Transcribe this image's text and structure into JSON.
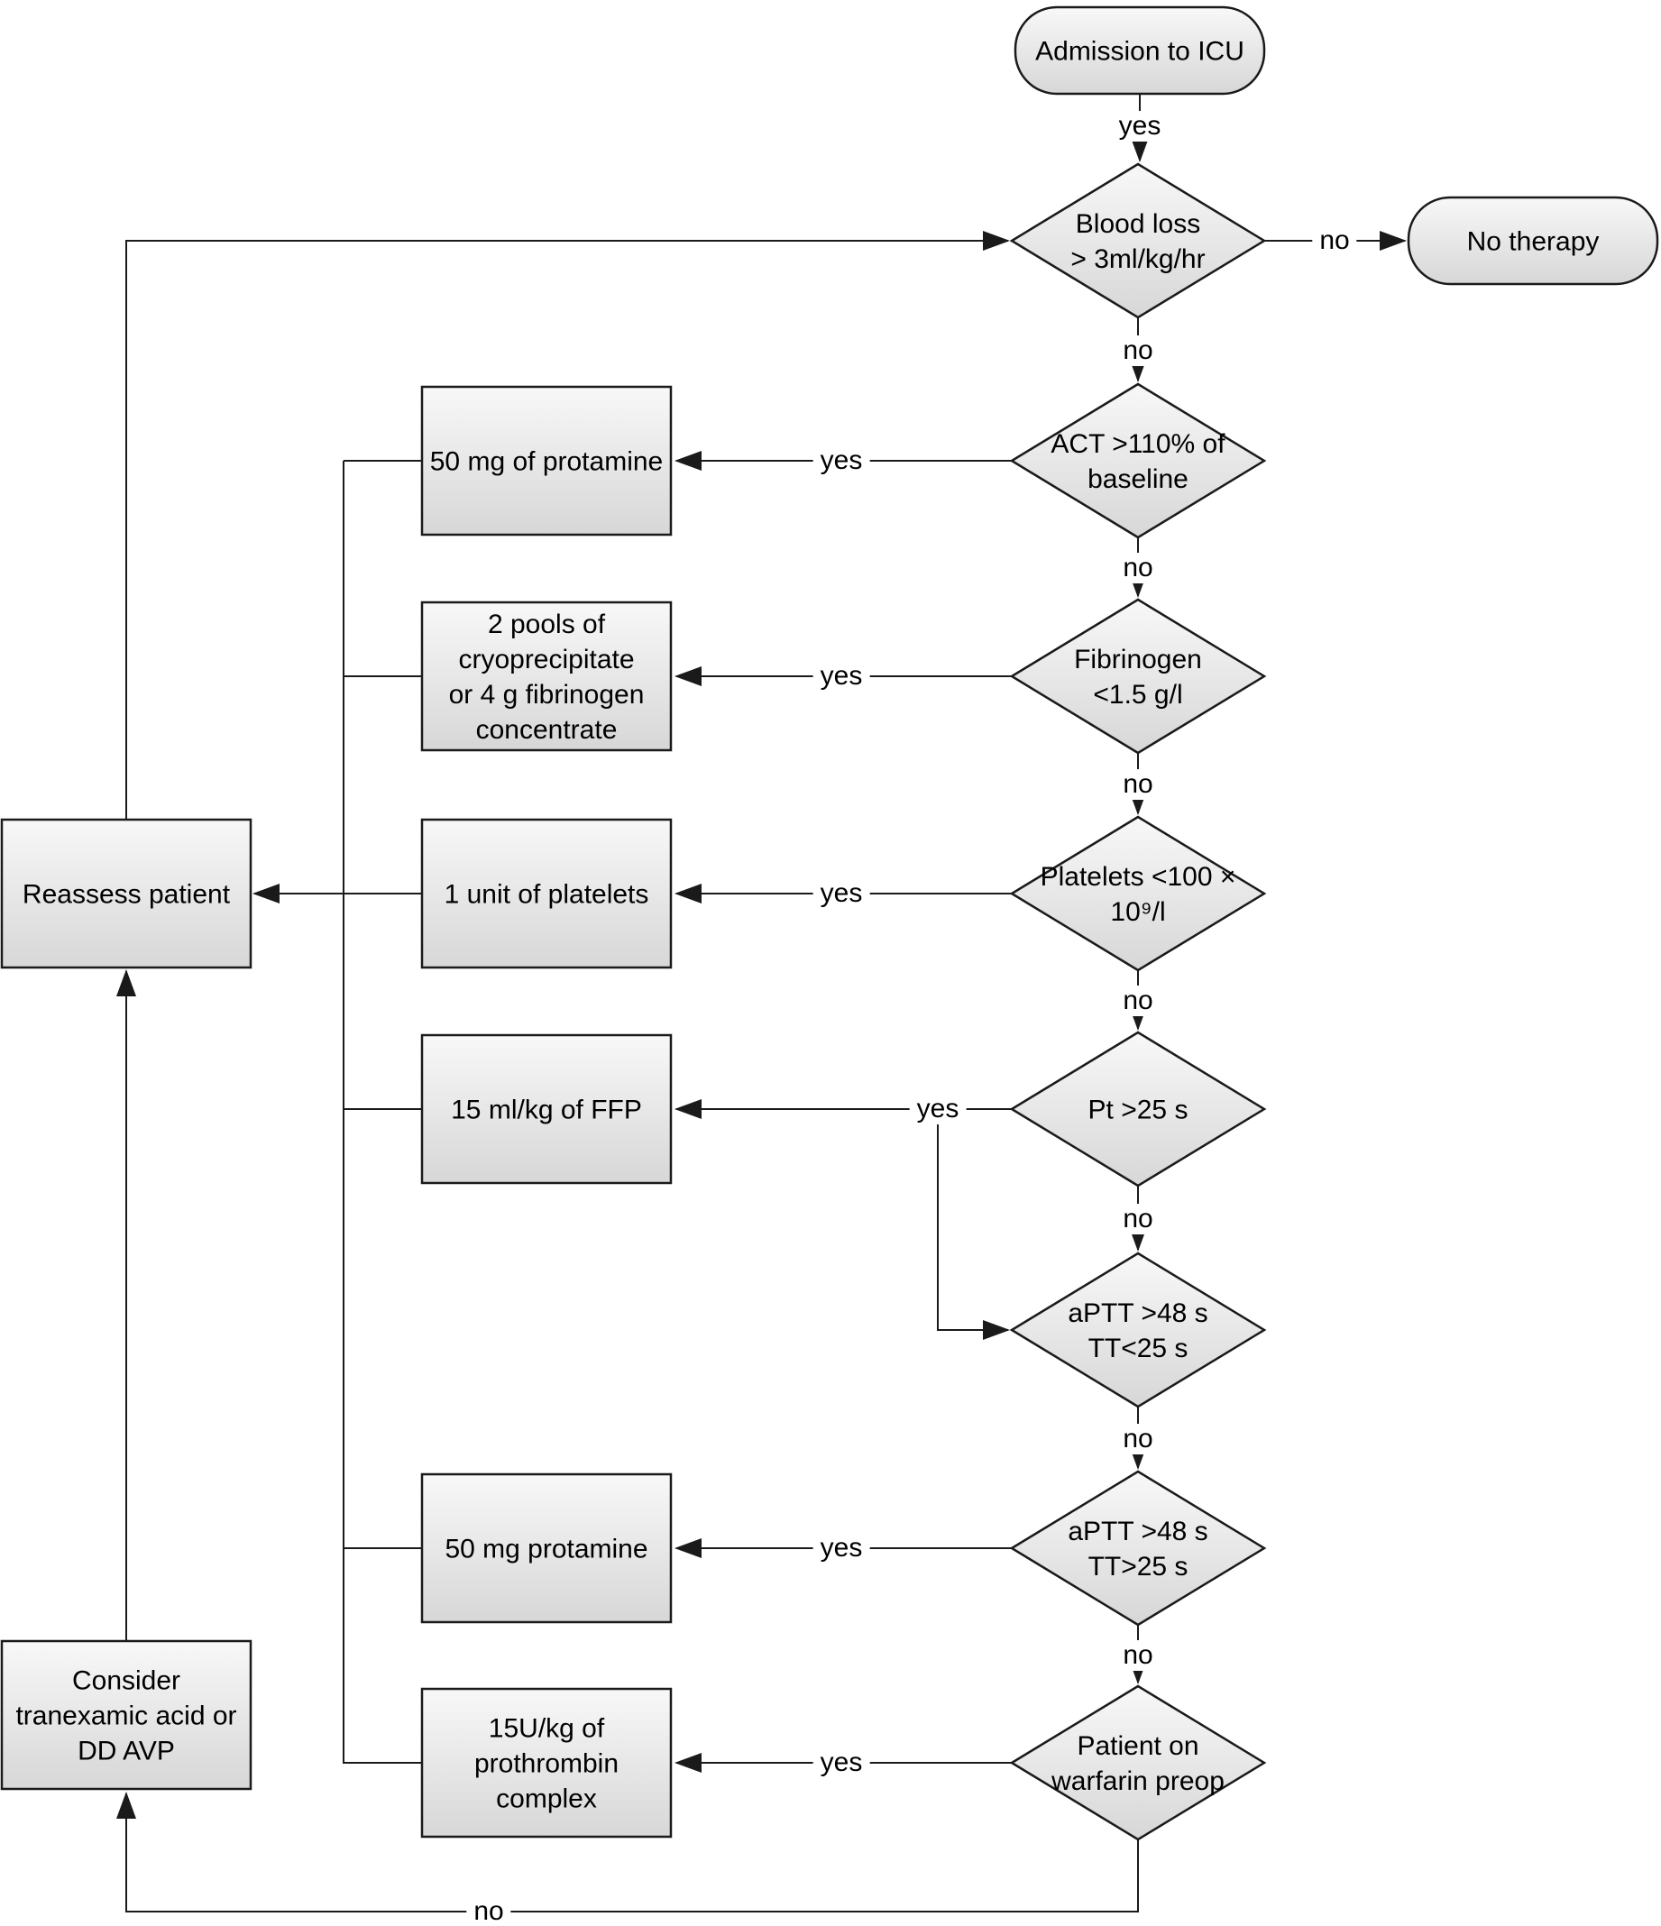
{
  "diagram_title": "ICU bleeding management flowchart",
  "colors": {
    "node_fill_top": "#f8f8f8",
    "node_fill_bottom": "#d7d7d7",
    "node_border": "#1a1a1a",
    "line": "#1a1a1a",
    "background": "#ffffff"
  },
  "nodes": {
    "admission": {
      "type": "terminal",
      "label": "Admission to ICU"
    },
    "blood_loss": {
      "type": "decision",
      "label": "Blood loss\n> 3ml/kg/hr"
    },
    "no_therapy": {
      "type": "terminal",
      "label": "No therapy"
    },
    "act": {
      "type": "decision",
      "label": "ACT >110% of\nbaseline"
    },
    "protamine_50_of": {
      "type": "action",
      "label": "50 mg of protamine"
    },
    "fibrinogen": {
      "type": "decision",
      "label": "Fibrinogen\n<1.5 g/l"
    },
    "cryo": {
      "type": "action",
      "label": "2 pools of\ncryoprecipitate\nor 4 g fibrinogen\nconcentrate"
    },
    "platelets": {
      "type": "decision",
      "label": "Platelets <100 ×\n10⁹/l"
    },
    "platelet_unit": {
      "type": "action",
      "label": "1 unit of platelets"
    },
    "reassess": {
      "type": "action",
      "label": "Reassess patient"
    },
    "pt": {
      "type": "decision",
      "label": "Pt >25 s"
    },
    "ffp": {
      "type": "action",
      "label": "15 ml/kg of FFP"
    },
    "aptt_tt_low": {
      "type": "decision",
      "label": "aPTT >48 s\nTT<25 s"
    },
    "aptt_tt_high": {
      "type": "decision",
      "label": "aPTT >48 s\nTT>25 s"
    },
    "protamine_50": {
      "type": "action",
      "label": "50 mg protamine"
    },
    "warfarin": {
      "type": "decision",
      "label": "Patient on\nwarfarin preop"
    },
    "prothrombin": {
      "type": "action",
      "label": "15U/kg of\nprothrombin\ncomplex"
    },
    "consider": {
      "type": "action",
      "label": "Consider\ntranexamic acid or\nDD AVP"
    }
  },
  "edge_labels": [
    {
      "text": "yes"
    },
    {
      "text": "no"
    },
    {
      "text": "no"
    },
    {
      "text": "yes"
    },
    {
      "text": "no"
    },
    {
      "text": "yes"
    },
    {
      "text": "no"
    },
    {
      "text": "yes"
    },
    {
      "text": "no"
    },
    {
      "text": "yes"
    },
    {
      "text": "no"
    },
    {
      "text": "no"
    },
    {
      "text": "yes"
    },
    {
      "text": "no"
    },
    {
      "text": "yes"
    },
    {
      "text": "no"
    }
  ]
}
